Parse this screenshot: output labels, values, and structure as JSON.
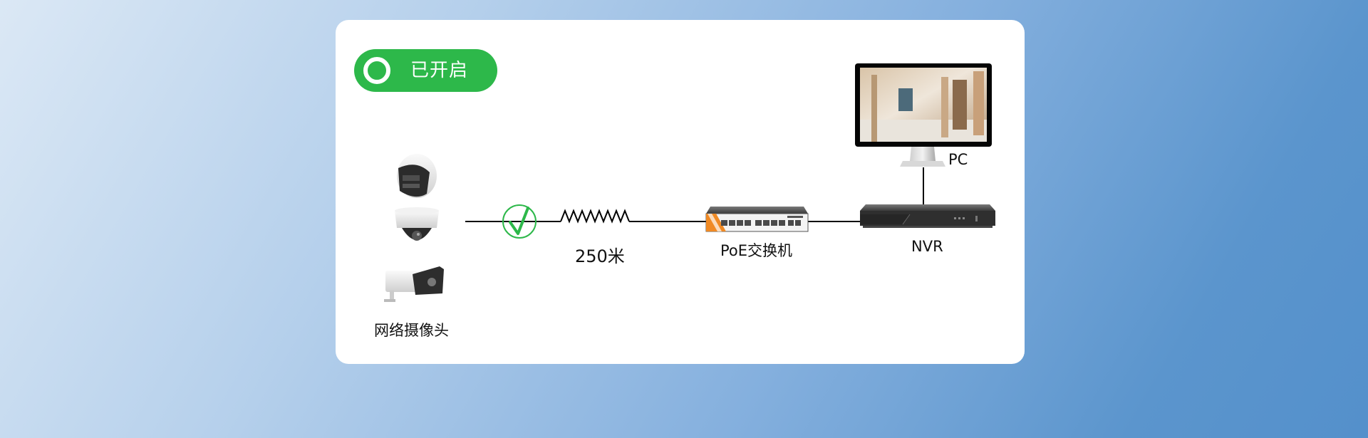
{
  "status": {
    "label": "已开启",
    "color": "#2db84a",
    "icon": "ring-icon"
  },
  "nodes": {
    "cameras": {
      "label": "网络摄像头",
      "count": 3,
      "types": [
        "turret-camera",
        "dome-camera",
        "bullet-camera"
      ]
    },
    "cable": {
      "label": "250米",
      "check_icon": "check-circle-icon",
      "check_color": "#2db84a"
    },
    "switch": {
      "label": "PoE交换机",
      "accent_color": "#f08a24"
    },
    "nvr": {
      "label": "NVR"
    },
    "pc": {
      "label": "PC"
    }
  }
}
